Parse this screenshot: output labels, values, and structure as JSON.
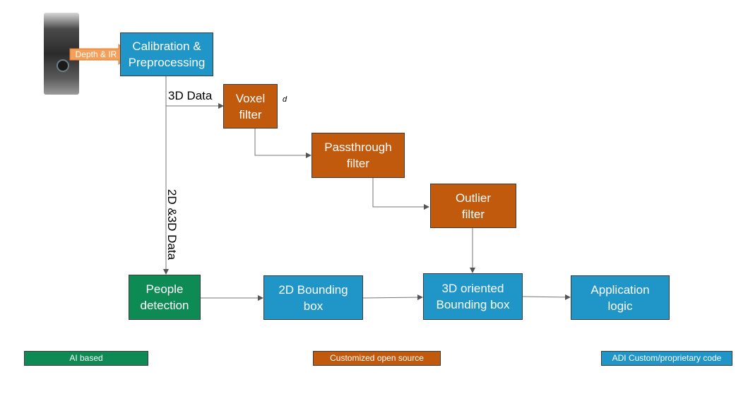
{
  "input": {
    "arrow_label": "Depth & IR"
  },
  "nodes": {
    "calibration": "Calibration &\nPreprocessing",
    "voxel": "Voxel\nfilter",
    "passthrough": "Passthrough\nfilter",
    "outlier": "Outlier\nfilter",
    "people": "People\ndetection",
    "bbox2d": "2D Bounding\nbox",
    "bbox3d": "3D oriented\nBounding box",
    "app": "Application\nlogic"
  },
  "edge_labels": {
    "data3d": "3D Data",
    "data2d3d": "2D &3D Data",
    "d_note": "d"
  },
  "legend": {
    "ai": "AI based",
    "open_source": "Customized open source",
    "custom": "ADI Custom/proprietary code"
  },
  "colors": {
    "custom_blue": "#1f95c8",
    "open_source_orange": "#c25a0e",
    "ai_green": "#0e8a55",
    "input_arrow": "#f5a05a"
  }
}
